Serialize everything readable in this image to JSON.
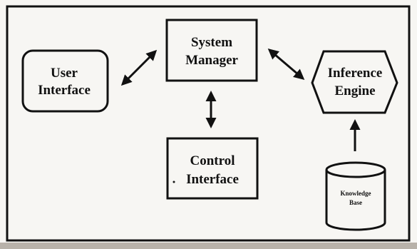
{
  "colors": {
    "ink": "#111111",
    "paper": "#f7f6f3",
    "scan_edge": "#9a9590"
  },
  "nodes": {
    "user_interface": {
      "line1": "User",
      "line2": "Interface"
    },
    "system_manager": {
      "line1": "System",
      "line2": "Manager"
    },
    "inference_engine": {
      "line1": "Inference",
      "line2": "Engine"
    },
    "control_interface": {
      "line1": "Control",
      "line2": "Interface"
    },
    "knowledge_base": {
      "line1": "Knowledge",
      "line2": "Base"
    }
  },
  "edges": [
    {
      "from": "user_interface",
      "to": "system_manager",
      "direction": "both"
    },
    {
      "from": "system_manager",
      "to": "inference_engine",
      "direction": "both"
    },
    {
      "from": "system_manager",
      "to": "control_interface",
      "direction": "both"
    },
    {
      "from": "knowledge_base",
      "to": "inference_engine",
      "direction": "one-way"
    }
  ]
}
